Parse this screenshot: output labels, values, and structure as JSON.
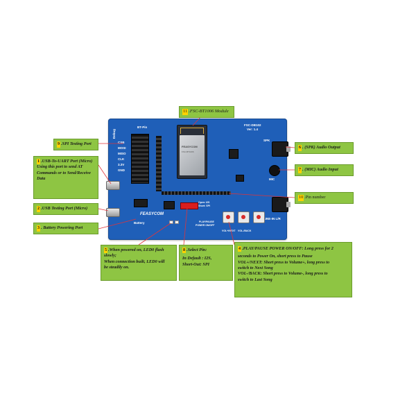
{
  "module_title": {
    "num": "11",
    "text": ".FSC-BT1006 Module"
  },
  "callouts": {
    "spi": {
      "num": "9",
      "text": ".SPI Testing Port"
    },
    "uart": {
      "num": "1",
      "title": ".USB-To-UART Port (Micro)",
      "lines": [
        "Using this port to send AT",
        "Commands or to Send/Receive",
        "Data"
      ]
    },
    "usb_testing": {
      "num": "2",
      "text": ".USB Testing Port (Micro)"
    },
    "battery": {
      "num": "3",
      "text": ". Battery Powering Port"
    },
    "led": {
      "num": "5",
      "lines": [
        ".When powered on, LED0 flash",
        "slowly;",
        "When connection built, LED0 will",
        "be steadily on."
      ]
    },
    "select_pin": {
      "num": "8",
      "lines": [
        ".Select Pin:",
        "In Default : I2S,",
        "Short-Out: SPI"
      ]
    },
    "play_pause": {
      "num": "4",
      "lines": [
        ".PLAY/PAUSE POWER ON/OFF: Long press for 2",
        "seconds to Power On, short press to Pause",
        "VOL+/NEXT: Short press to Volume+, long press to",
        "switch to Next Song",
        "VOL-/BACK: Short press to Volume-, long press to",
        "switch to Last Song"
      ]
    },
    "spk": {
      "num": "6",
      "text": ". (SPK) Audio Output"
    },
    "mic": {
      "num": "7",
      "text": ". (MIC) Audio Input"
    },
    "pin_number": {
      "num": "10",
      "text": ".Pin number"
    }
  },
  "board": {
    "debug_label": "Debug",
    "btpin_label": "BT-Pin",
    "model_label": "FSC-DB102",
    "version_label": "Ver: 1.4",
    "brand_label": "FEASYCOM",
    "spk_label": "SPK",
    "mic_label": "MIC",
    "line_in_label": "LINE-IN L/R",
    "battery_label": "Battery",
    "spi_pins": [
      "CSB",
      "MOSI",
      "MISO",
      "CLK",
      "3.3V",
      "GND"
    ],
    "open_label": "Open: I2S",
    "short_label": "Short: SPI",
    "play_label": "PLAY/PAUSE",
    "power_label": "POWER ON/OFF",
    "vol_next_label": "VOL+/NEXT",
    "vol_back_label": "VOL-/BACK",
    "module_brand": "FEASYCOM",
    "module_model": "FSC-BT1006"
  },
  "colors": {
    "callout_bg": "#8ec543",
    "badge": "#ffd200",
    "pcb": "#1f5fb8",
    "leader": "#e0343a"
  }
}
